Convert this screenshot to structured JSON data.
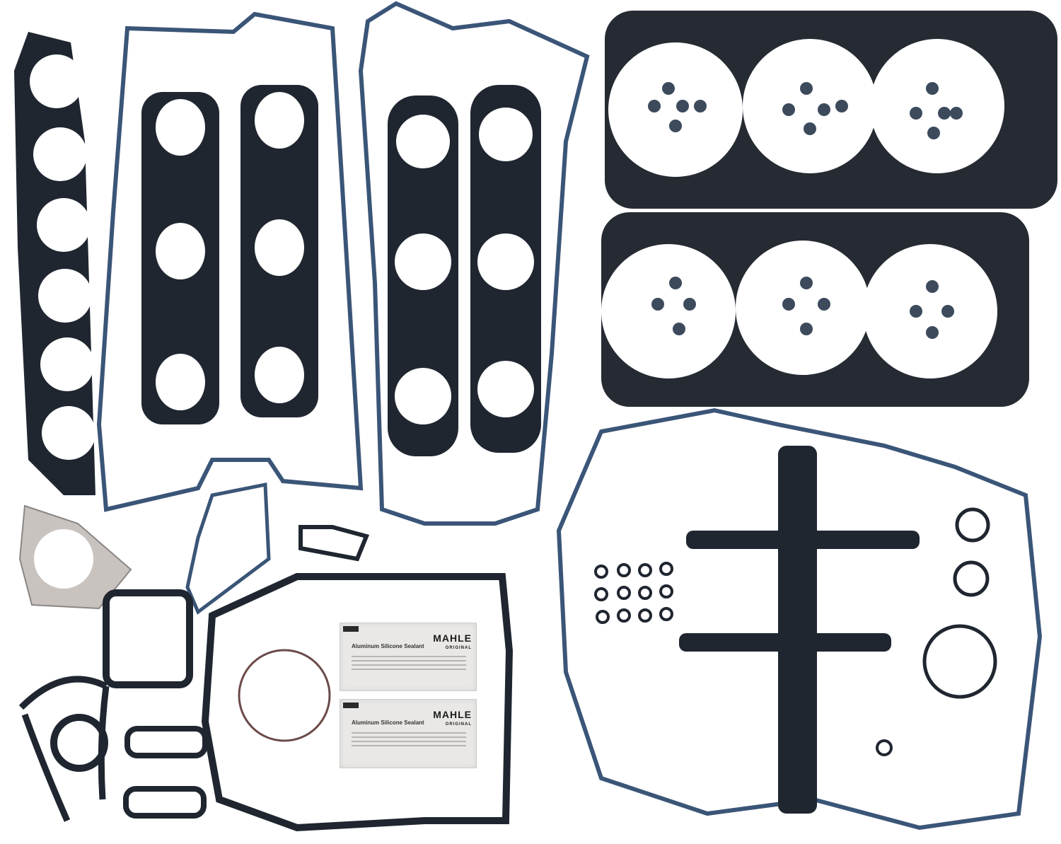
{
  "image": {
    "subject": "Engine full gasket set laid out on white background",
    "background_color": "#ffffff",
    "gasket_color": "#1f2630",
    "edge_color": "#3a5577",
    "exhaust_gasket_color": "#c9c3c0",
    "oring_color": "#6b4a4a"
  },
  "packets": [
    {
      "brand": "MAHLE",
      "brand_sub": "ORIGINAL",
      "title": "Aluminum Silicone Sealant"
    },
    {
      "brand": "MAHLE",
      "brand_sub": "ORIGINAL",
      "title": "Aluminum Silicone Sealant"
    }
  ]
}
